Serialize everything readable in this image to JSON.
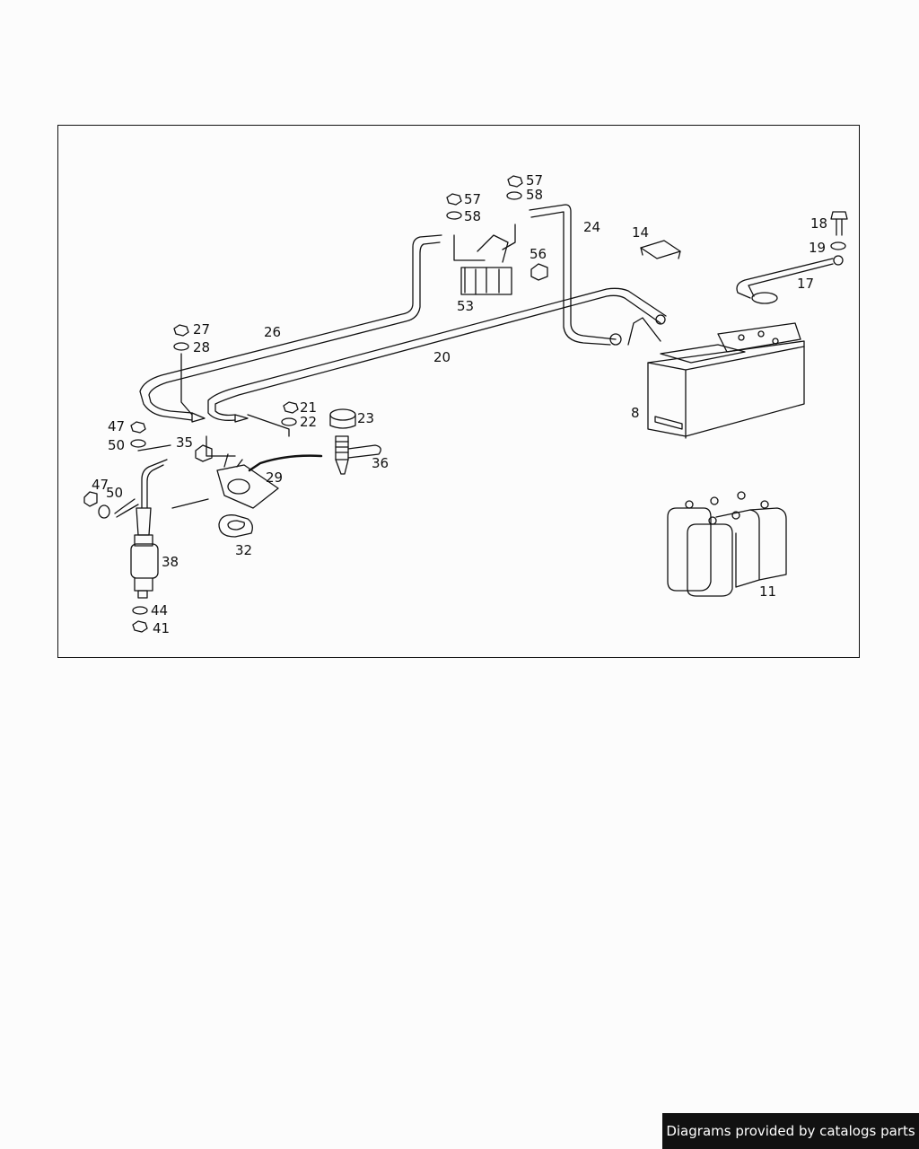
{
  "diagram": {
    "labels": {
      "l57a": "57",
      "l58a": "58",
      "l57b": "57",
      "l58b": "58",
      "l24": "24",
      "l14": "14",
      "l18": "18",
      "l19": "19",
      "l17": "17",
      "l56": "56",
      "l53": "53",
      "l26": "26",
      "l20": "20",
      "l27": "27",
      "l28": "28",
      "l21": "21",
      "l22": "22",
      "l23": "23",
      "l47a": "47",
      "l50a": "50",
      "l35": "35",
      "l29": "29",
      "l36": "36",
      "l47b": "47",
      "l50b": "50",
      "l32": "32",
      "l38": "38",
      "l44": "44",
      "l41": "41",
      "l8": "8",
      "l11": "11"
    }
  },
  "footer": {
    "text": "Diagrams provided by catalogs parts"
  }
}
